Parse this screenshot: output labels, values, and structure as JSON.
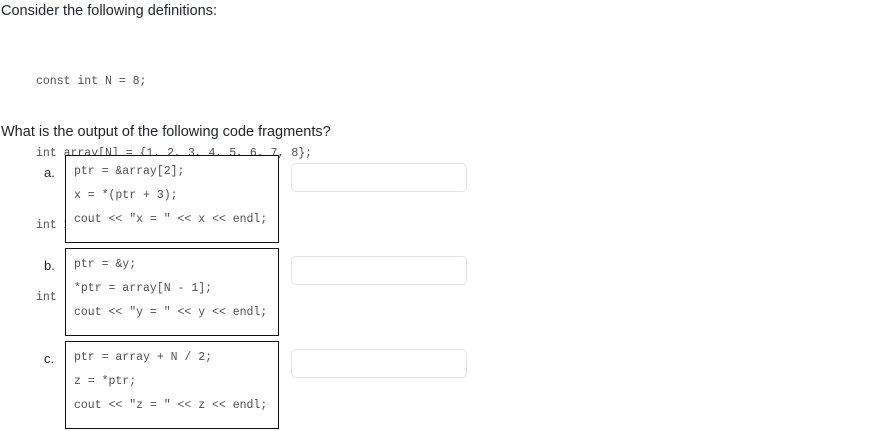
{
  "intro": {
    "heading": "Consider the following definitions:",
    "definitions": [
      "const int N = 8;",
      "int array[N] = {1, 2, 3, 4, 5, 6, 7, 8};",
      "int x, y, z;",
      "int *ptr;"
    ],
    "question": "What is the output of the following code fragments?"
  },
  "fragments": [
    {
      "label": "a.",
      "lines": [
        "ptr = &array[2];",
        "x = *(ptr + 3);",
        "cout << \"x = \" << x << endl;"
      ],
      "answer": ""
    },
    {
      "label": "b.",
      "lines": [
        "ptr = &y;",
        "*ptr = array[N - 1];",
        "cout << \"y = \" << y << endl;"
      ],
      "answer": ""
    },
    {
      "label": "c.",
      "lines": [
        "ptr = array + N / 2;",
        "z = *ptr;",
        "cout << \"z = \" << z << endl;"
      ],
      "answer": ""
    }
  ],
  "colors": {
    "page_background": "#ffffff",
    "heading_text": "#212529",
    "code_text": "#4f4f51",
    "code_box_border": "#0c0c0c",
    "answer_input_border": "#e3e3e6"
  }
}
